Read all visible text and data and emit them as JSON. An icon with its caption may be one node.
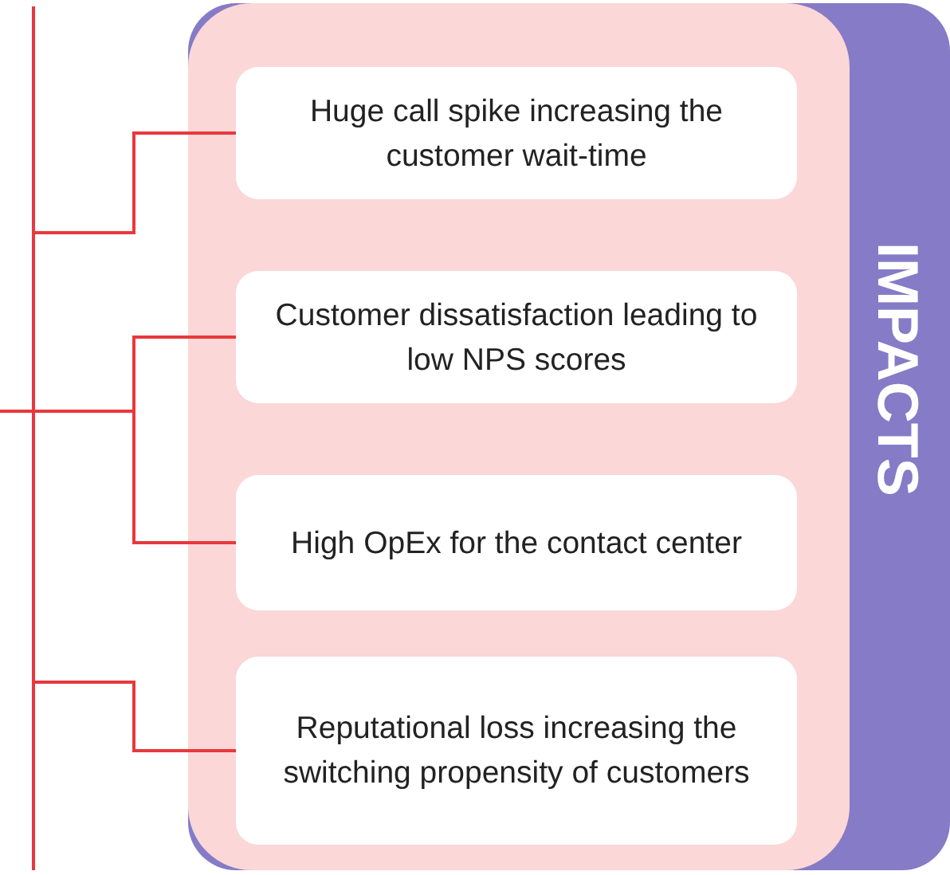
{
  "diagram": {
    "nodes": [
      {
        "text": [
          "IMPACTS"
        ]
      },
      {
        "text": [
          "Huge call spike increasing the customer wait-time"
        ],
        "in": 0
      },
      {
        "text": [
          "Customer dissatisfaction leading to low NPS scores"
        ],
        "in": 0
      },
      {
        "text": [
          "High OpEx for the contact center"
        ],
        "in": 0
      },
      {
        "text": [
          "Reputational loss increasing the switching propensity of customers"
        ],
        "in": 0
      }
    ],
    "edges": [
      {
        "from": null,
        "to": 1,
        "arrow": "none"
      },
      {
        "from": null,
        "to": 2,
        "arrow": "none"
      },
      {
        "from": null,
        "to": 3,
        "arrow": "none"
      },
      {
        "from": null,
        "to": 4,
        "arrow": "none"
      }
    ]
  }
}
